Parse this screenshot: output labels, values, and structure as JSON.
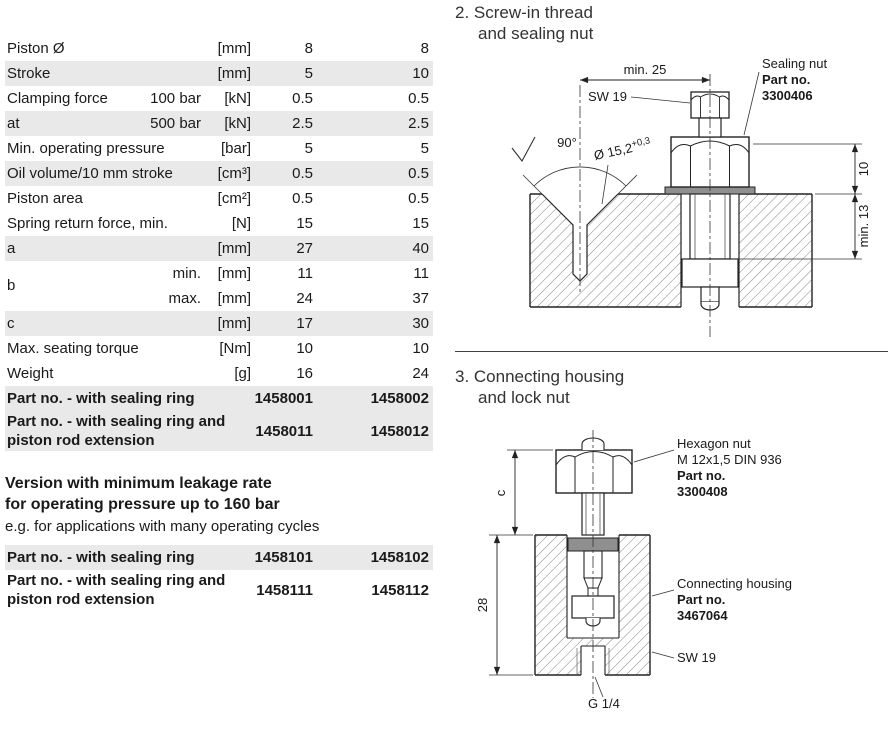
{
  "colors": {
    "row_shade": "#e9e9e9",
    "washer_gray": "#8f8f8f",
    "line": "#222222"
  },
  "spec_table": {
    "rows": [
      {
        "label": "Piston Ø",
        "sub": "",
        "unit": "[mm]",
        "v1": "8",
        "v2": "8",
        "shaded": false
      },
      {
        "label": "Stroke",
        "sub": "",
        "unit": "[mm]",
        "v1": "5",
        "v2": "10",
        "shaded": true
      },
      {
        "label": "Clamping force",
        "sub": "100 bar",
        "unit": "[kN]",
        "v1": "0.5",
        "v2": "0.5",
        "shaded": false
      },
      {
        "label": "at",
        "sub": "500 bar",
        "unit": "[kN]",
        "v1": "2.5",
        "v2": "2.5",
        "shaded": true
      },
      {
        "label": "Min. operating pressure",
        "sub": "",
        "unit": "[bar]",
        "v1": "5",
        "v2": "5",
        "shaded": false
      },
      {
        "label": "Oil volume/10 mm stroke",
        "sub": "",
        "unit": "[cm³]",
        "v1": "0.5",
        "v2": "0.5",
        "shaded": true
      },
      {
        "label": "Piston area",
        "sub": "",
        "unit": "[cm²]",
        "v1": "0.5",
        "v2": "0.5",
        "shaded": false
      },
      {
        "label": "Spring return force, min.",
        "sub": "",
        "unit": "[N]",
        "v1": "15",
        "v2": "15",
        "shaded": false
      },
      {
        "label": "a",
        "sub": "",
        "unit": "[mm]",
        "v1": "27",
        "v2": "40",
        "shaded": true
      },
      {
        "label": "b",
        "group": true,
        "sub": "min.",
        "unit": "[mm]",
        "v1": "11",
        "v2": "11",
        "shaded": false
      },
      {
        "label": "",
        "sub": "max.",
        "unit": "[mm]",
        "v1": "24",
        "v2": "37",
        "shaded": false
      },
      {
        "label": "c",
        "sub": "",
        "unit": "[mm]",
        "v1": "17",
        "v2": "30",
        "shaded": true
      },
      {
        "label": "Max. seating torque",
        "sub": "",
        "unit": "[Nm]",
        "v1": "10",
        "v2": "10",
        "shaded": false
      },
      {
        "label": "Weight",
        "sub": "",
        "unit": "[g]",
        "v1": "16",
        "v2": "24",
        "shaded": false
      },
      {
        "label": "Part no. - with sealing ring",
        "bold": true,
        "v1": "1458001",
        "v2": "1458002",
        "shaded": true
      },
      {
        "label": "Part no. - with sealing ring and piston rod extension",
        "bold": true,
        "twoline": true,
        "v1": "1458011",
        "v2": "1458012",
        "shaded": true
      }
    ]
  },
  "version": {
    "heading_line1": "Version with minimum leakage rate",
    "heading_line2": "for operating pressure up to 160 bar",
    "note": "e.g. for applications with many operating cycles",
    "rows": [
      {
        "label": "Part no. - with sealing ring",
        "bold": true,
        "v1": "1458101",
        "v2": "1458102",
        "shaded": true
      },
      {
        "label": "Part no. - with sealing ring and piston rod extension",
        "bold": true,
        "twoline": true,
        "v1": "1458111",
        "v2": "1458112",
        "shaded": false
      }
    ]
  },
  "diagram2": {
    "heading_line1": "2. Screw-in thread",
    "heading_line2": "and sealing nut",
    "labels": {
      "dim_min25": "min. 25",
      "sw19": "SW 19",
      "sealing_nut_line1": "Sealing nut",
      "sealing_nut_line2": "Part no.",
      "sealing_nut_line3": "3300406",
      "angle": "90°",
      "diameter": "Ø 15,2",
      "diameter_tol": "+0,3",
      "dim_10": "10",
      "dim_min13": "min. 13"
    }
  },
  "diagram3": {
    "heading_line1": "3. Connecting housing",
    "heading_line2": "and lock nut",
    "labels": {
      "hex_nut_line1": "Hexagon nut",
      "hex_nut_line2": "M 12x1,5 DIN 936",
      "hex_nut_line3": "Part no.",
      "hex_nut_line4": "3300408",
      "dim_c": "c",
      "dim_28": "28",
      "housing_line1": "Connecting housing",
      "housing_line2": "Part no.",
      "housing_line3": "3467064",
      "sw19": "SW 19",
      "g14": "G 1/4"
    }
  }
}
